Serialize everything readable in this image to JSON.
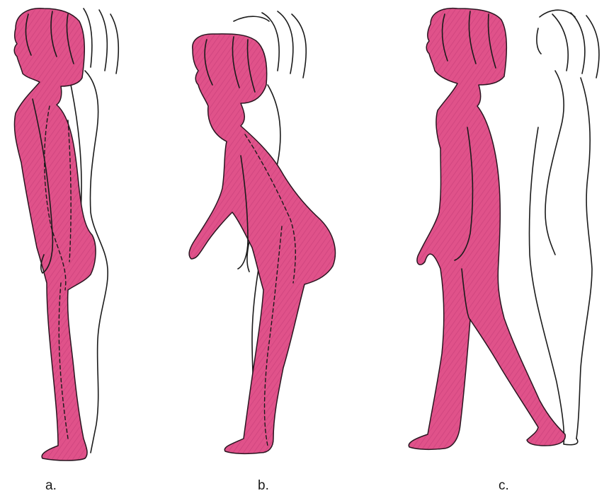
{
  "colors": {
    "body_fill": "#e0528a",
    "outline": "#1b1b1b",
    "background": "#ffffff"
  },
  "panels": [
    {
      "id": "a",
      "label": "a."
    },
    {
      "id": "b",
      "label": "b."
    },
    {
      "id": "c",
      "label": "c."
    }
  ]
}
